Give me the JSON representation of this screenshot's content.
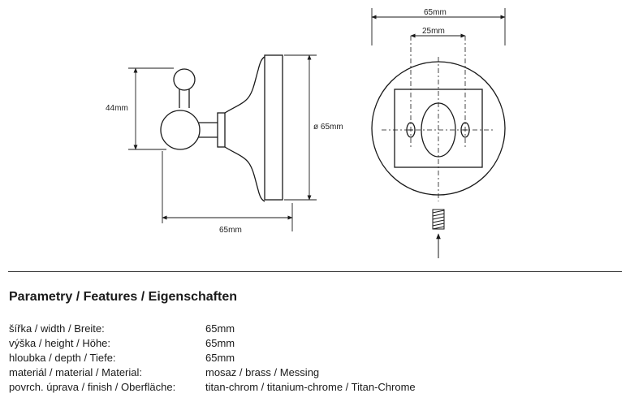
{
  "drawing": {
    "dims": {
      "side_height": "44mm",
      "side_depth": "65mm",
      "side_diameter": "ø 65mm",
      "front_width": "65mm",
      "front_hole_spacing": "25mm"
    }
  },
  "section": {
    "title": "Parametry / Features / Eigenschaften"
  },
  "specs": [
    {
      "label": "šířka / width / Breite:",
      "value": "65mm"
    },
    {
      "label": "výška / height / Höhe:",
      "value": "65mm"
    },
    {
      "label": "hloubka / depth / Tiefe:",
      "value": "65mm"
    },
    {
      "label": "materiál / material / Material:",
      "value": "mosaz / brass / Messing"
    },
    {
      "label": "povrch. úprava / finish / Oberfläche:",
      "value": "titan-chrom / titanium-chrome / Titan-Chrome"
    }
  ],
  "colors": {
    "line": "#1a1a1a",
    "background": "#ffffff"
  }
}
